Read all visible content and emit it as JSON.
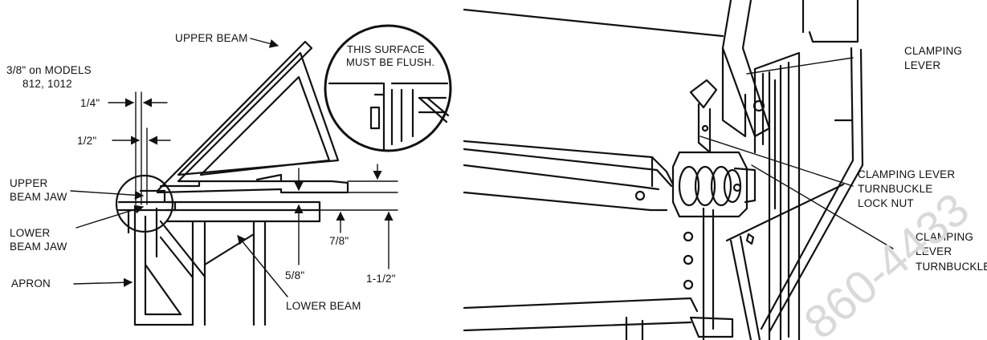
{
  "left_figure": {
    "labels": {
      "upper_beam": "UPPER BEAM",
      "models_note_line1": "3/8\" on MODELS",
      "models_note_line2": "812, 1012",
      "dim_quarter": "1/4\"",
      "dim_half": "1/2\"",
      "upper_beam_jaw_line1": "UPPER",
      "upper_beam_jaw_line2": "BEAM JAW",
      "lower_beam_jaw_line1": "LOWER",
      "lower_beam_jaw_line2": "BEAM JAW",
      "apron": "APRON",
      "dim_seven_eighths": "7/8\"",
      "dim_five_eighths": "5/8\"",
      "dim_one_and_half": "1-1/2\"",
      "lower_beam": "LOWER BEAM",
      "inset_note_line1": "THIS SURFACE",
      "inset_note_line2": "MUST BE FLUSH."
    }
  },
  "right_figure": {
    "labels": {
      "clamping_lever_line1": "CLAMPING",
      "clamping_lever_line2": "LEVER",
      "lock_nut_line1": "CLAMPING LEVER",
      "lock_nut_line2": "TURNBUCKLE",
      "lock_nut_line3": "LOCK NUT",
      "turnbuckle_line1": "CLAMPING",
      "turnbuckle_line2": "LEVER",
      "turnbuckle_line3": "TURNBUCKLE"
    },
    "watermark": "860-4433"
  }
}
